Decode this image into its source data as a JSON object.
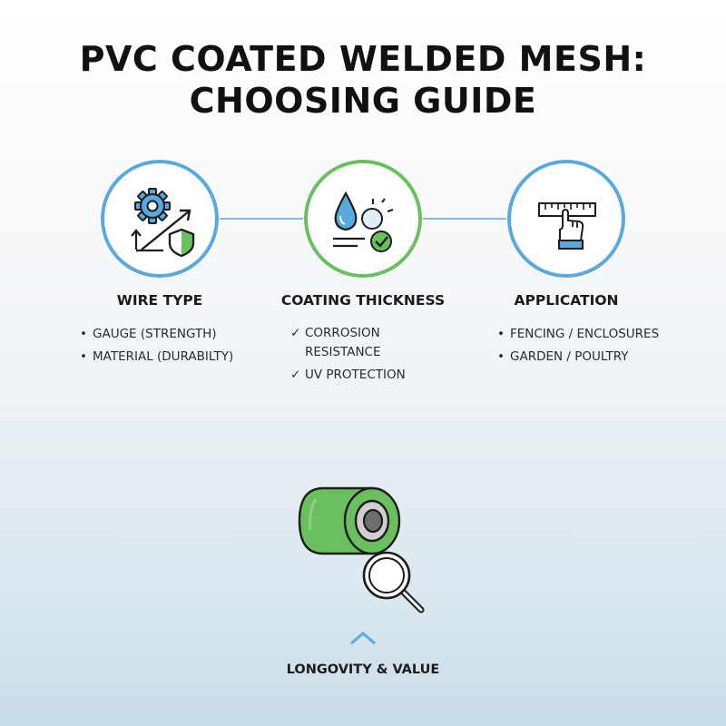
{
  "title": {
    "line1": "PVC COATED WELDED MESH:",
    "line2": "CHOOSING GUIDE"
  },
  "colors": {
    "blue": "#5aa9de",
    "green": "#6abf5e",
    "dark": "#1c1c1c"
  },
  "steps": [
    {
      "icon": "gear-shield-arrow-icon",
      "title": "WIRE TYPE",
      "items": [
        "GAUGE (STRENGTH)",
        "MATERIAL (DURABILTY)"
      ]
    },
    {
      "icon": "water-drop-sun-check-icon",
      "title": "COATING THICKNESS",
      "items": [
        "CORROSION RESISTANCE",
        "UV PROTECTION"
      ]
    },
    {
      "icon": "ruler-hand-icon",
      "title": "APPLICATION",
      "items": [
        "FENCING / ENCLOSURES",
        "GARDEN / POULTRY"
      ]
    }
  ],
  "bottom": {
    "icon": "mesh-roll-magnifier-icon",
    "label": "LONGOVITY & VALUE"
  }
}
